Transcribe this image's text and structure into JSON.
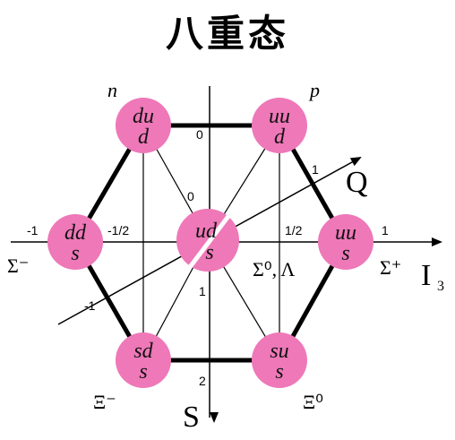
{
  "title": "八重态",
  "axes": {
    "i3": {
      "name": "I",
      "sub": "3",
      "tick_neg1": "-1",
      "tick_neghalf": "-1/2",
      "tick_poshalf": "1/2",
      "tick_pos1": "1"
    },
    "s": {
      "name": "S",
      "tick0_upper": "0",
      "tick0_inner": "0",
      "tick1": "1",
      "tick2": "2"
    },
    "q": {
      "name": "Q",
      "tick_pos1": "1",
      "tick_neg1": "-1"
    }
  },
  "particles": {
    "n": {
      "label": "n",
      "quarks_top": "du",
      "quarks_bot": "d"
    },
    "p": {
      "label": "p",
      "quarks_top": "uu",
      "quarks_bot": "d"
    },
    "sigma_minus": {
      "label": "Σ⁻",
      "quarks_top": "dd",
      "quarks_bot": "s"
    },
    "sigma_plus": {
      "label": "Σ⁺",
      "quarks_top": "uu",
      "quarks_bot": "s"
    },
    "center": {
      "label": "Σ⁰, Λ",
      "quarks_top": "ud",
      "quarks_bot": "s"
    },
    "xi_minus": {
      "label": "Ξ⁻",
      "quarks_top": "sd",
      "quarks_bot": "s"
    },
    "xi_zero": {
      "label": "Ξ⁰",
      "quarks_top": "su",
      "quarks_bot": "s"
    }
  },
  "colors": {
    "circle": "#ee78b8",
    "line": "#000000"
  }
}
